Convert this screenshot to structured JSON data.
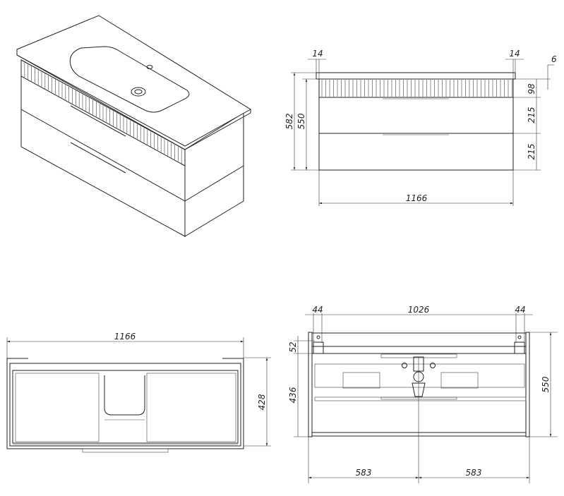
{
  "front_view": {
    "top_overhang_left": "14",
    "top_overhang_right": "14",
    "top_thickness": "6",
    "total_height": "582",
    "cabinet_height": "550",
    "panel_height": "98",
    "drawer1_height": "215",
    "drawer2_height": "215",
    "width": "1166"
  },
  "top_view": {
    "width": "1166",
    "depth": "428"
  },
  "back_view": {
    "left_offset": "44",
    "mount_span": "1026",
    "right_offset": "44",
    "mount_height": "52",
    "lower_height": "436",
    "height": "550",
    "half_left": "583",
    "half_right": "583"
  }
}
